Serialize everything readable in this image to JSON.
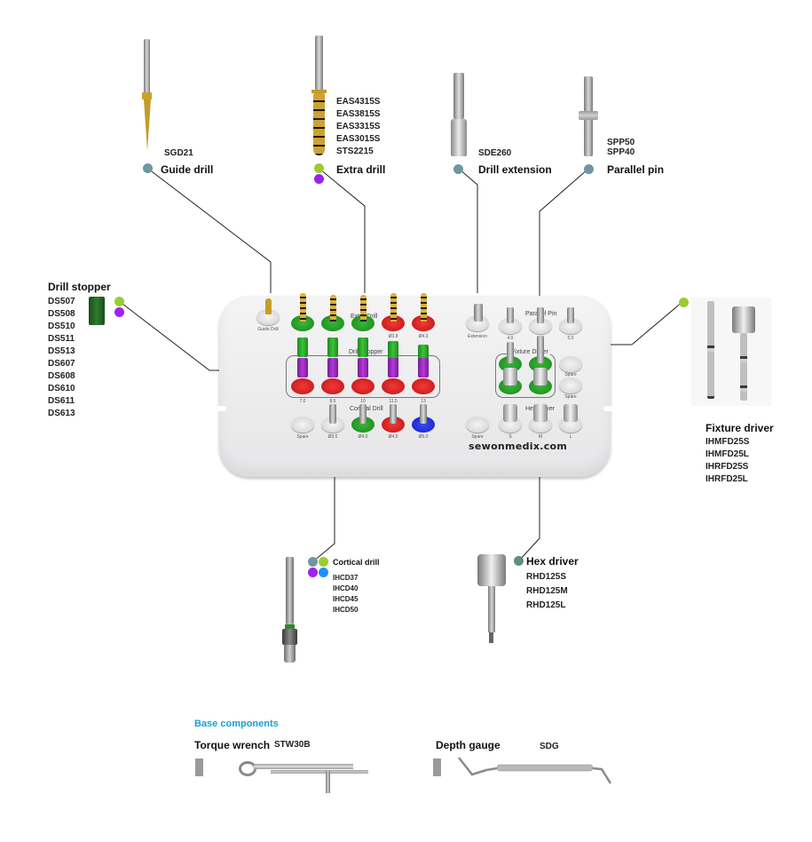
{
  "diagram": {
    "brand_url": "sewonmedix.com",
    "colors": {
      "steel_grey_dot": "#6f97a1",
      "lime_dot": "#9acd32",
      "purple_dot": "#a020f0",
      "blue_dot": "#1e90ff",
      "hex_dot": "#5f8f7f",
      "base_components_heading": "#1aa0d8"
    },
    "components": {
      "guide_drill": {
        "title": "Guide drill",
        "codes": [
          "SGD21"
        ],
        "dots": [
          "steel_grey"
        ]
      },
      "extra_drill": {
        "title": "Extra drill",
        "codes": [
          "EAS4315S",
          "EAS3815S",
          "EAS3315S",
          "EAS3015S",
          "STS2215"
        ],
        "dots": [
          "lime",
          "purple"
        ]
      },
      "drill_extension": {
        "title": "Drill extension",
        "codes": [
          "SDE260"
        ],
        "dots": [
          "steel_grey"
        ]
      },
      "parallel_pin": {
        "title": "Parallel pin",
        "codes": [
          "SPP50",
          "SPP40"
        ],
        "dots": [
          "steel_grey"
        ]
      },
      "drill_stopper": {
        "title": "Drill stopper",
        "codes": [
          "DS507",
          "DS508",
          "DS510",
          "DS511",
          "DS513",
          "DS607",
          "DS608",
          "DS610",
          "DS611",
          "DS613"
        ],
        "dots": [
          "lime",
          "purple"
        ]
      },
      "fixture_driver": {
        "title": "Fixture driver",
        "codes": [
          "IHMFD25S",
          "IHMFD25L",
          "IHRFD25S",
          "IHRFD25L"
        ],
        "dots": [
          "lime"
        ]
      },
      "cortical_drill": {
        "title": "Cortical drill",
        "codes": [
          "IHCD37",
          "IHCD40",
          "IHCD45",
          "IHCD50"
        ],
        "dots": [
          "steel_grey",
          "lime",
          "purple",
          "blue"
        ]
      },
      "hex_driver": {
        "title": "Hex driver",
        "codes": [
          "RHD125S",
          "RHD125M",
          "RHD125L"
        ],
        "dots": [
          "hex"
        ]
      }
    },
    "tray": {
      "sections": {
        "extra_drill": "Extra Drill",
        "drill_stopper": "Drill Stopper",
        "cortical_drill": "Cortical Drill",
        "parallel_pin": "Parallel Pin",
        "fixture_driver": "Fixture Driver",
        "hex_driver": "Hex Driver"
      },
      "slot_labels": {
        "guide_drill": "Guide Drill",
        "extra_drill": [
          "",
          "",
          "",
          "Ø3.8",
          "Ø4.3"
        ],
        "drill_stopper": [
          "7.0",
          "8.5",
          "10",
          "11.5",
          "13"
        ],
        "cortical_row": [
          "Spare",
          "Ø3.5",
          "Ø4.0",
          "Ø4.5",
          "Ø5.0"
        ],
        "extension": "Extension",
        "parallel_pin": [
          "4.0",
          "",
          "5.0"
        ],
        "fixture_side_spares": [
          "Spare",
          "Spare"
        ],
        "hex_row": [
          "Spare",
          "S",
          "M",
          "L"
        ]
      }
    },
    "base_components": {
      "heading": "Base components",
      "items": [
        {
          "title": "Torque wrench",
          "code": "STW30B"
        },
        {
          "title": "Depth gauge",
          "code": "SDG"
        }
      ]
    }
  }
}
